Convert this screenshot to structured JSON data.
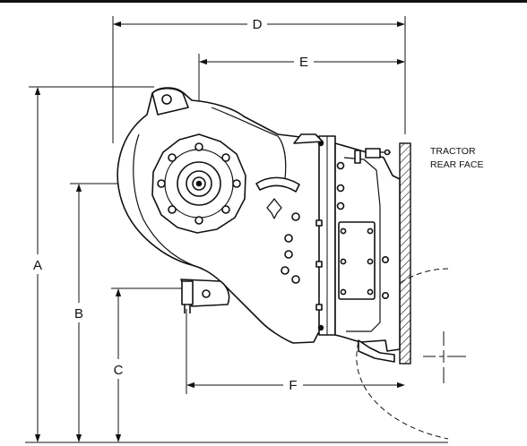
{
  "diagram": {
    "dimension_labels": {
      "A": "A",
      "B": "B",
      "C": "C",
      "D": "D",
      "E": "E",
      "F": "F"
    },
    "annotation": {
      "line1": "TRACTOR",
      "line2": "REAR FACE"
    },
    "colors": {
      "ink": "#111111",
      "hatch": "#222222",
      "background": "#ffffff"
    }
  }
}
